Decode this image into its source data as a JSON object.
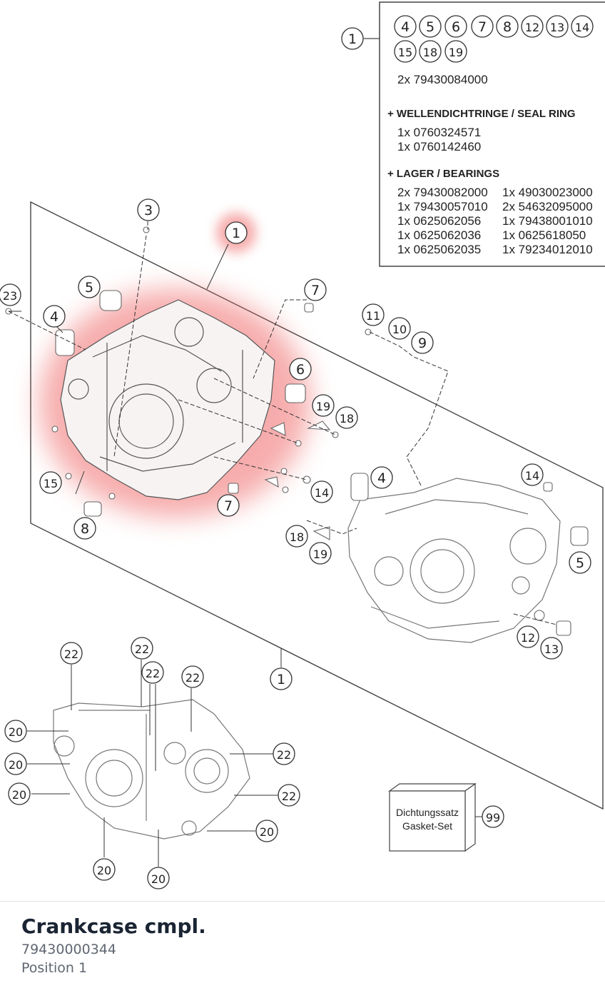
{
  "diagram": {
    "legend": {
      "main_callout": "1",
      "included_parts_row1": [
        "4",
        "5",
        "6",
        "7",
        "8",
        "12",
        "13",
        "14"
      ],
      "included_parts_row2": [
        "15",
        "18",
        "19"
      ],
      "assembly_line": "2x 79430084000",
      "seal_heading": "+ WELLENDICHTRINGE /  SEAL RING",
      "seal_lines": [
        "1x 0760324571",
        "1x 0760142460"
      ],
      "bearing_heading": "+ LAGER / BEARINGS",
      "bearing_left": [
        "2x 79430082000",
        "1x 79430057010",
        "1x 0625062056",
        "1x 0625062036",
        "1x 0625062035"
      ],
      "bearing_right": [
        "1x 49030023000",
        "2x 54632095000",
        "1x 79438001010",
        "1x 0625618050",
        "1x 79234012010"
      ]
    },
    "callouts": {
      "c3": "3",
      "c1_highlight": "1",
      "c23": "23",
      "c5_left": "5",
      "c4_left": "4",
      "c7_top": "7",
      "c11": "11",
      "c10": "10",
      "c9": "9",
      "c6": "6",
      "c19_top": "19",
      "c18_top": "18",
      "c15": "15",
      "c14_left": "14",
      "c7_bottom": "7",
      "c8": "8",
      "c4_right": "4",
      "c14_right": "14",
      "c18_bottom": "18",
      "c19_bottom": "19",
      "c5_right": "5",
      "c12": "12",
      "c13": "13",
      "c1_bottom": "1",
      "c22_a": "22",
      "c22_b": "22",
      "c22_c": "22",
      "c22_d": "22",
      "c22_e": "22",
      "c22_f": "22",
      "c20_a": "20",
      "c20_b": "20",
      "c20_c": "20",
      "c20_d": "20",
      "c20_e": "20",
      "c20_f": "20",
      "c99": "99"
    },
    "gasket_box": {
      "line1": "Dichtungssatz",
      "line2": "Gasket-Set"
    },
    "highlight_color": "#f06a6a"
  },
  "part": {
    "title": "Crankcase cmpl.",
    "number": "79430000344",
    "position": "Position 1"
  }
}
